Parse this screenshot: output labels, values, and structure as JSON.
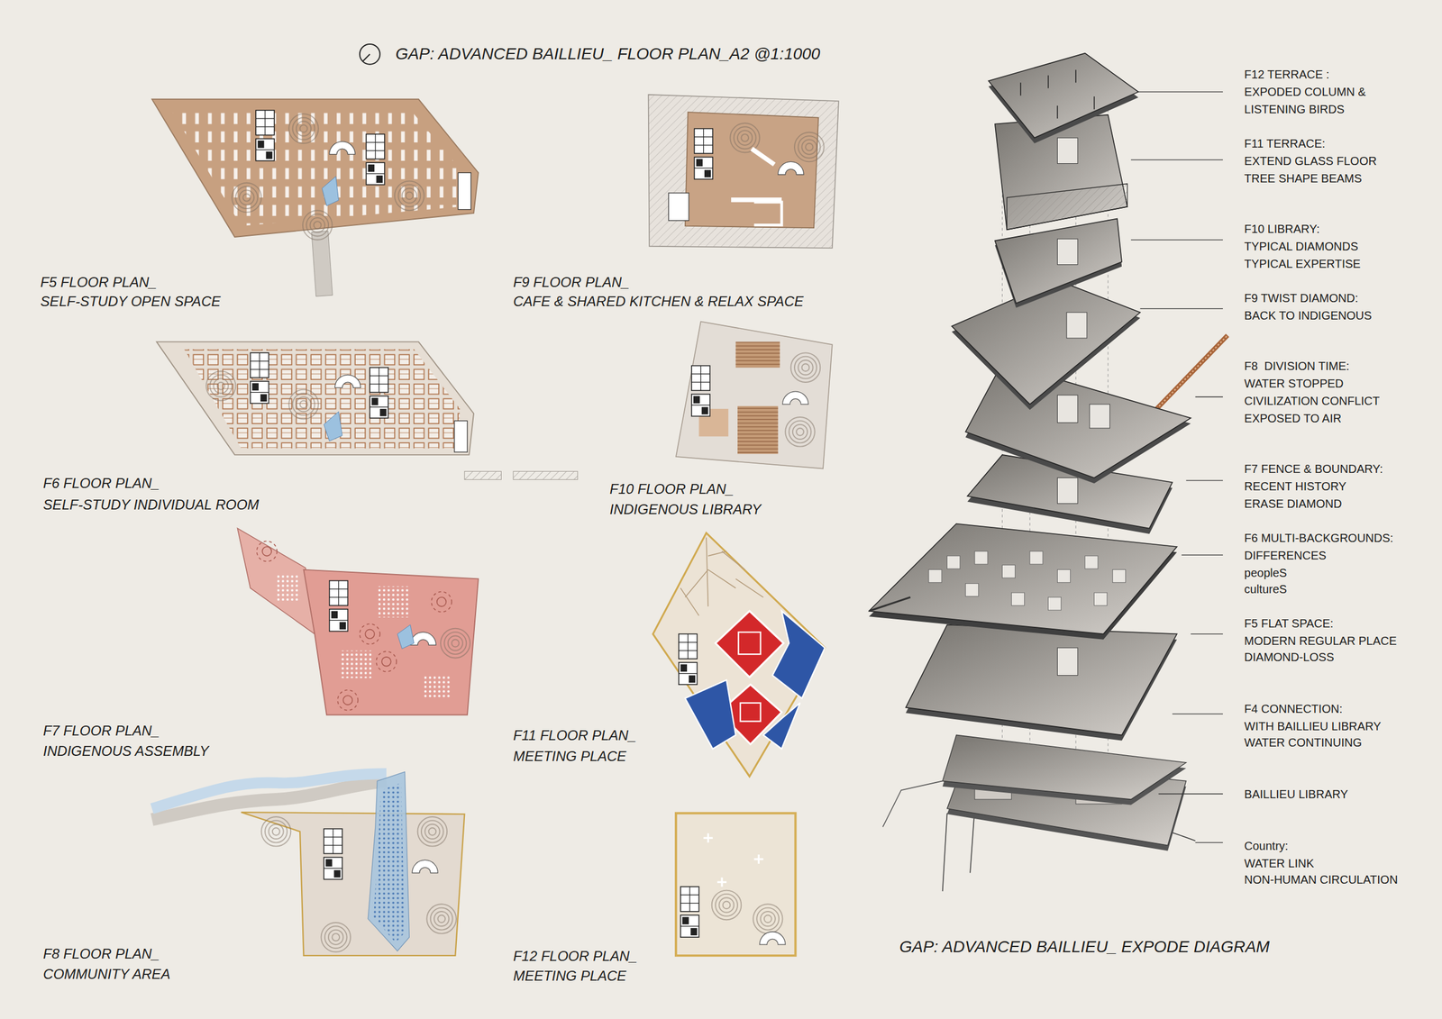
{
  "diagram": {
    "title": "GAP: ADVANCED BAILLIEU_ FLOOR PLAN_A2 @1:1000",
    "labels": [
      "F5 FLOOR PLAN_",
      "SELF-STUDY OPEN SPACE",
      "F9 FLOOR PLAN_",
      "CAFE & SHARED KITCHEN & RELAX SPACE",
      "F6 FLOOR PLAN_",
      "SELF-STUDY INDIVIDUAL ROOM",
      "F10 FLOOR PLAN_",
      "INDIGENOUS LIBRARY",
      "F7 FLOOR PLAN_",
      "INDIGENOUS ASSEMBLY",
      "F11 FLOOR PLAN_",
      "MEETING PLACE",
      "F8 FLOOR PLAN_",
      "COMMUNITY AREA",
      "F12 FLOOR PLAN_",
      "MEETING PLACE",
      "F12 TERRACE :",
      "EXPODED COLUMN &",
      "LISTENING BIRDS",
      "F11 TERRACE:",
      "EXTEND GLASS FLOOR",
      "TREE SHAPE BEAMS",
      "F10 LIBRARY:",
      "TYPICAL DIAMONDS",
      "TYPICAL EXPERTISE",
      "F9 TWIST DIAMOND:",
      "BACK TO INDIGENOUS",
      "F8  DIVISION TIME:",
      "WATER STOPPED",
      "CIVILIZATION CONFLICT",
      "EXPOSED TO AIR",
      "F7 FENCE & BOUNDARY:",
      "RECENT HISTORY",
      "ERASE DIAMOND",
      "F6 MULTI-BACKGROUNDS:",
      "DIFFERENCES",
      "peopleS",
      "cultureS",
      "F5 FLAT SPACE:",
      "MODERN REGULAR PLACE",
      "DIAMOND-LOSS",
      "F4 CONNECTION:",
      "WITH BAILLIEU LIBRARY",
      "WATER CONTINUING",
      "BAILLIEU LIBRARY",
      "Country:",
      "WATER LINK",
      "NON-HUMAN CIRCULATION",
      "GAP: ADVANCED BAILLIEU_ EXPODE DIAGRAM"
    ]
  }
}
